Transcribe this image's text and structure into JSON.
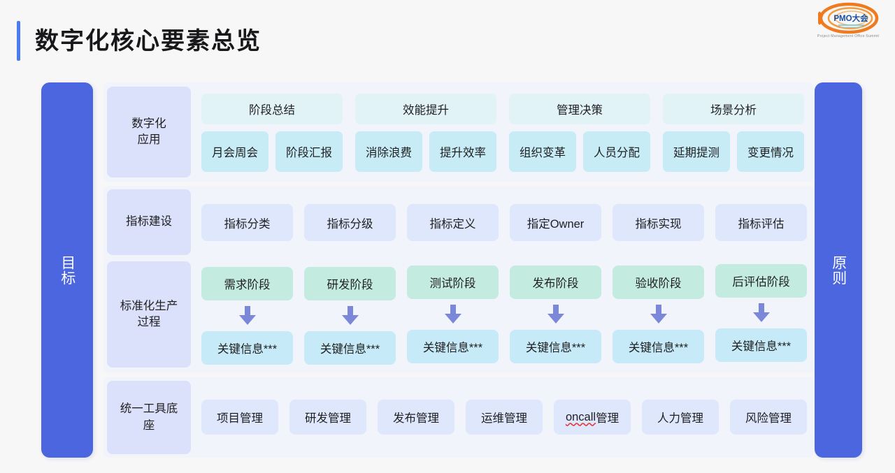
{
  "header": {
    "title": "数字化核心要素总览",
    "logo": {
      "mark_text": "PMO大会",
      "caption": "Project Management Office Summit"
    }
  },
  "pillars": {
    "left": "目标",
    "right": "原则"
  },
  "colors": {
    "accent_blue": "#4a7bf0",
    "pillar_blue": "#4c66e0",
    "band_bg": "#f1f4fa",
    "label_lavender": "#dbe1fa",
    "chip_lavender": "#dee7fb",
    "group_head_cyan": "#e2f3f8",
    "chip_cyan": "#c7ecf6",
    "stage_mint": "#c4ebdf",
    "stage_cyan": "#c6eaf7",
    "arrow_periwinkle": "#7b87d9",
    "page_bg": "#f7f7f7"
  },
  "rows": [
    {
      "label": "数字化\n应用",
      "type": "groups",
      "groups": [
        {
          "head": "阶段总结",
          "items": [
            "月会周会",
            "阶段汇报"
          ]
        },
        {
          "head": "效能提升",
          "items": [
            "消除浪费",
            "提升效率"
          ]
        },
        {
          "head": "管理决策",
          "items": [
            "组织变革",
            "人员分配"
          ]
        },
        {
          "head": "场景分析",
          "items": [
            "延期提测",
            "变更情况"
          ]
        }
      ]
    },
    {
      "label": "指标建设",
      "type": "chips",
      "chips": [
        {
          "text": "指标分类"
        },
        {
          "text": "指标分级"
        },
        {
          "text": "指标定义"
        },
        {
          "text": "指定Owner"
        },
        {
          "text": "指标实现"
        },
        {
          "text": "指标评估"
        }
      ]
    },
    {
      "label": "标准化生产\n过程",
      "type": "stages",
      "stages": [
        {
          "head": "需求阶段",
          "foot": "关键信息***",
          "arrow": "down-arrow-icon"
        },
        {
          "head": "研发阶段",
          "foot": "关键信息***",
          "arrow": "down-arrow-icon"
        },
        {
          "head": "测试阶段",
          "foot": "关键信息***",
          "arrow": "down-arrow-icon"
        },
        {
          "head": "发布阶段",
          "foot": "关键信息***",
          "arrow": "down-arrow-icon"
        },
        {
          "head": "验收阶段",
          "foot": "关键信息***",
          "arrow": "down-arrow-icon"
        },
        {
          "head": "后评估阶段",
          "foot": "关键信息***",
          "arrow": "down-arrow-icon"
        }
      ]
    },
    {
      "label": "统一工具底\n座",
      "type": "chips",
      "chips": [
        {
          "text": "项目管理"
        },
        {
          "text": "研发管理"
        },
        {
          "text": "发布管理"
        },
        {
          "text": "运维管理"
        },
        {
          "text": "oncall管理",
          "misspelled_part": "oncall",
          "rest": "管理"
        },
        {
          "text": "人力管理"
        },
        {
          "text": "风险管理"
        }
      ]
    }
  ]
}
